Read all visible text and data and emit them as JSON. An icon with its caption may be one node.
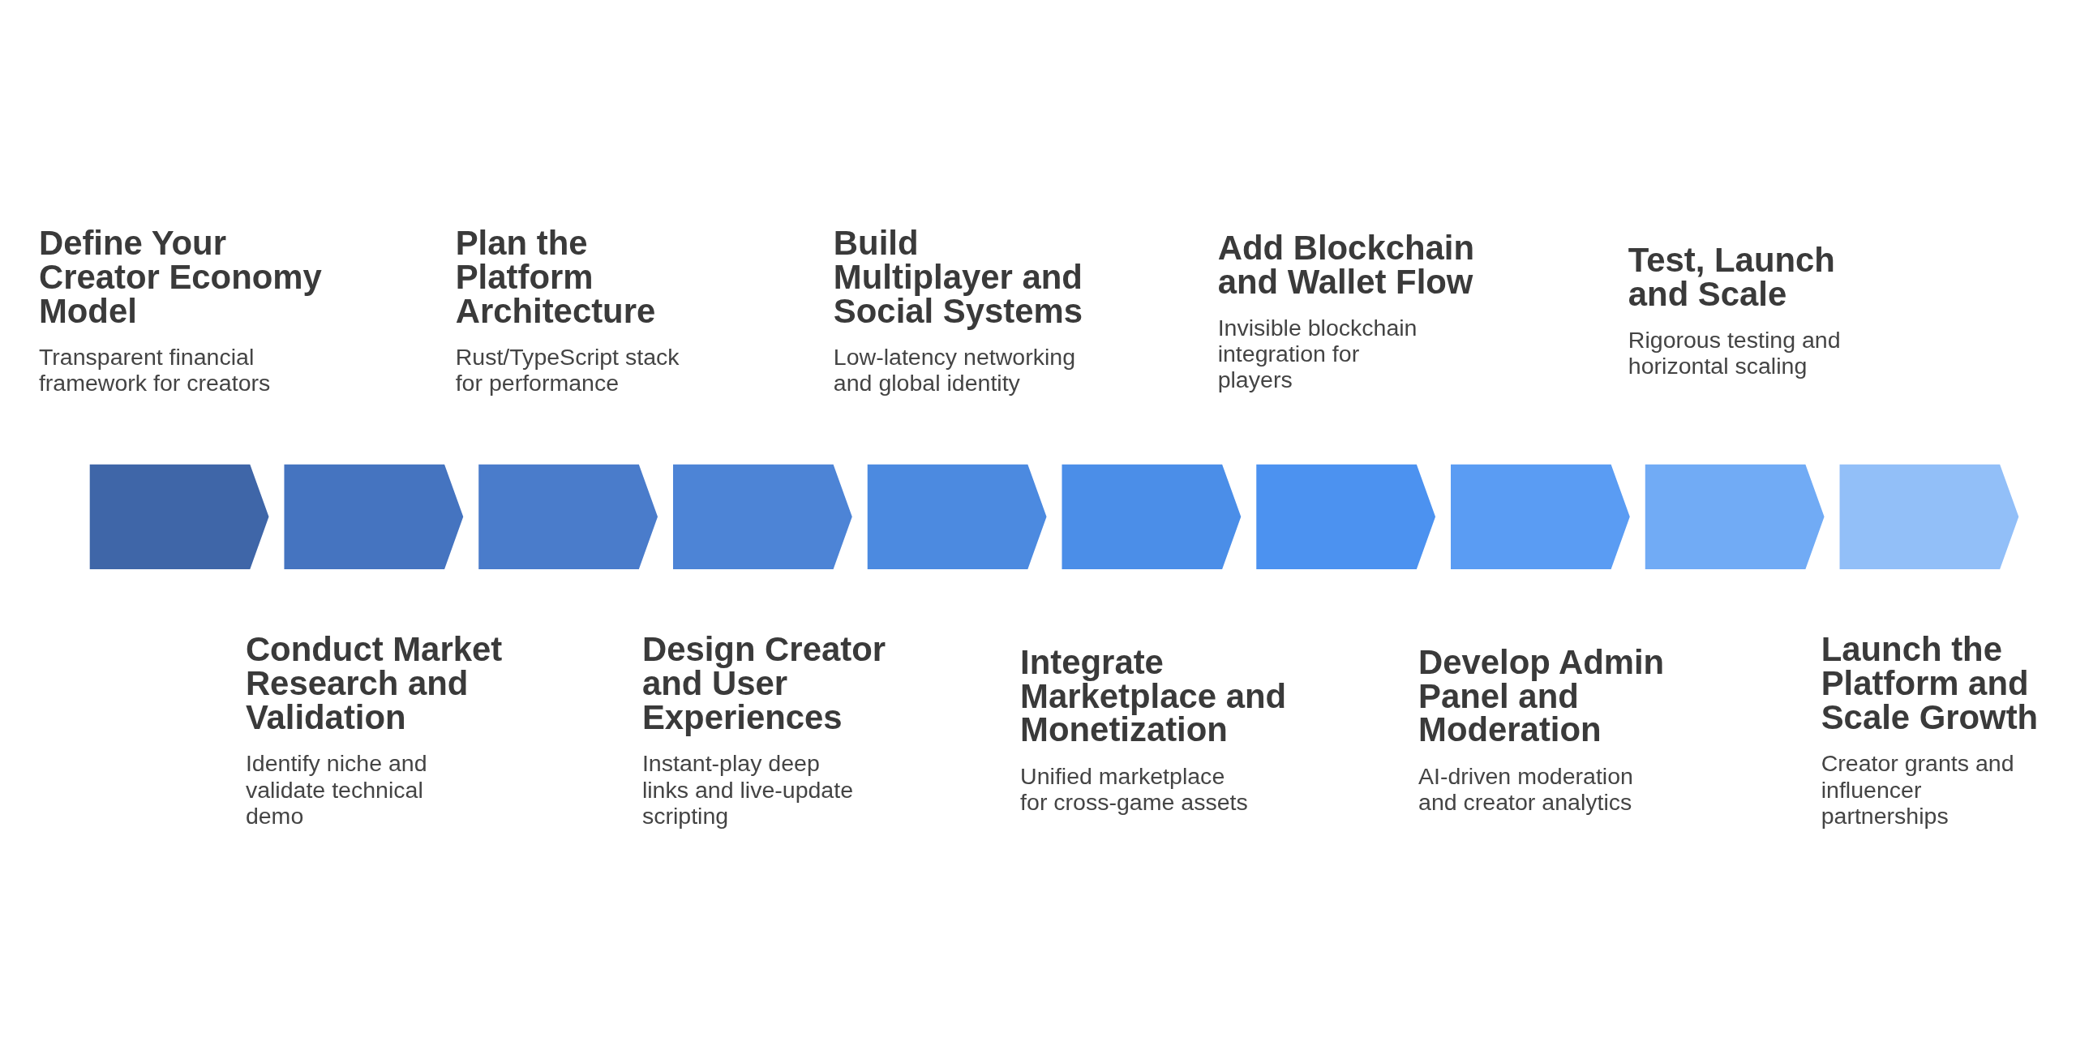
{
  "diagram": {
    "nodes": [
      {
        "text": [
          "Define Your Creator Economy Model",
          "Transparent financial framework for creators"
        ]
      },
      {
        "text": [
          "Conduct Market Research and Validation",
          "Identify niche and validate technical demo"
        ]
      },
      {
        "text": [
          "Plan the Platform Architecture",
          "Rust/TypeScript stack for performance"
        ]
      },
      {
        "text": [
          "Design Creator and User Experiences",
          "Instant-play deep links and live-update scripting"
        ]
      },
      {
        "text": [
          "Build Multiplayer and Social Systems",
          "Low-latency networking and global identity"
        ]
      },
      {
        "text": [
          "Integrate Marketplace and Monetization",
          "Unified marketplace for cross-game assets"
        ]
      },
      {
        "text": [
          "Add Blockchain and Wallet Flow",
          "Invisible blockchain integration for players"
        ]
      },
      {
        "text": [
          "Develop Admin Panel and Moderation",
          "AI-driven moderation and creator analytics"
        ]
      },
      {
        "text": [
          "Test, Launch and Scale",
          "Rigorous testing and horizontal scaling"
        ]
      },
      {
        "text": [
          "Launch the Platform and Scale Growth",
          "Creator grants and influencer partnerships"
        ]
      },
      {
        "text": [],
        "shape": "chevron"
      },
      {
        "text": [],
        "shape": "chevron"
      },
      {
        "text": [],
        "shape": "chevron"
      },
      {
        "text": [],
        "shape": "chevron"
      },
      {
        "text": [],
        "shape": "chevron"
      },
      {
        "text": [],
        "shape": "chevron"
      },
      {
        "text": [],
        "shape": "chevron"
      },
      {
        "text": [],
        "shape": "chevron"
      },
      {
        "text": [],
        "shape": "chevron"
      },
      {
        "text": [],
        "shape": "chevron"
      }
    ]
  }
}
